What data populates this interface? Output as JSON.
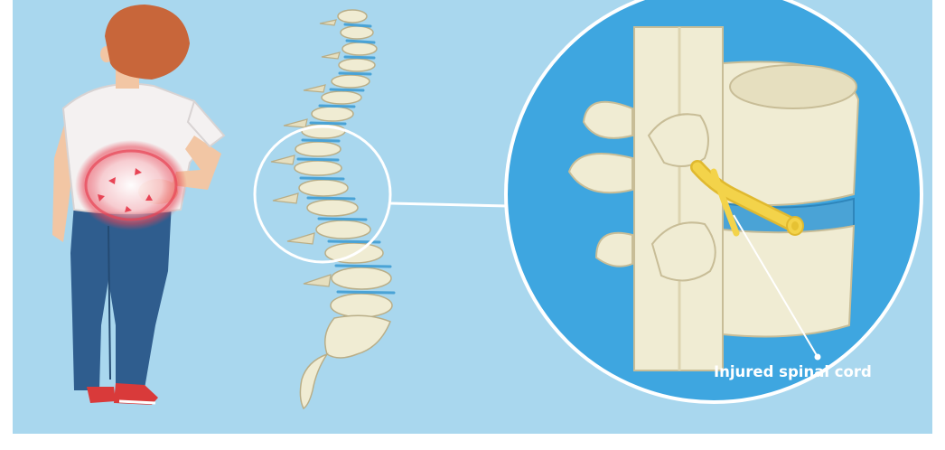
{
  "annotation": {
    "label": "Injured spinal cord"
  },
  "colors": {
    "background": "#a9d7ee",
    "bone": "#f0ecd3",
    "bone_shade": "#d9d2b1",
    "disc": "#4aa3d6",
    "nerve": "#f3d34a",
    "pain_red": "#e84455",
    "shirt": "#f4f1f1",
    "jeans": "#2f5d8e",
    "hair": "#c8663a",
    "skin": "#f2c6a4",
    "sneaker": "#d93a3a"
  },
  "figure": {
    "person": "person-with-back-pain",
    "spine": "spine-side-view",
    "magnified": "vertebrae-closeup"
  }
}
